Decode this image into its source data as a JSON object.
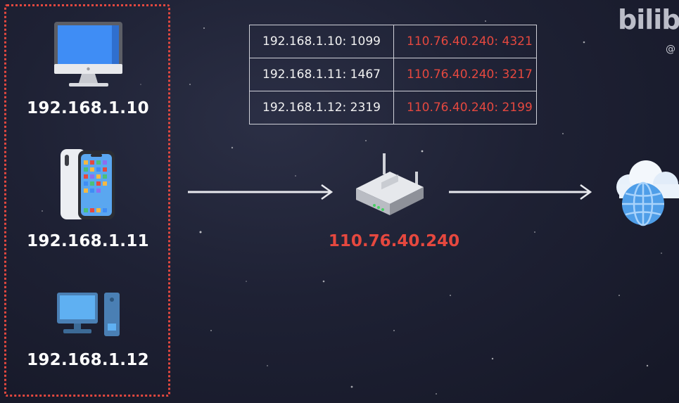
{
  "lan": {
    "devices": [
      {
        "kind": "desktop-monitor",
        "ip": "192.168.1.10"
      },
      {
        "kind": "smartphone",
        "ip": "192.168.1.11"
      },
      {
        "kind": "desktop-pc",
        "ip": "192.168.1.12"
      }
    ]
  },
  "nat_table": {
    "rows": [
      {
        "private": "192.168.1.10: 1099",
        "public": "110.76.40.240: 4321"
      },
      {
        "private": "192.168.1.11: 1467",
        "public": "110.76.40.240: 3217"
      },
      {
        "private": "192.168.1.12: 2319",
        "public": "110.76.40.240: 2199"
      }
    ]
  },
  "router": {
    "ip": "110.76.40.240"
  },
  "internet": {
    "icon": "cloud-globe-icon"
  },
  "watermark": {
    "logo": "bilibili",
    "sub": "@"
  },
  "colors": {
    "accent": "#e5483f",
    "text": "#ffffff",
    "background": "#1e2134"
  }
}
